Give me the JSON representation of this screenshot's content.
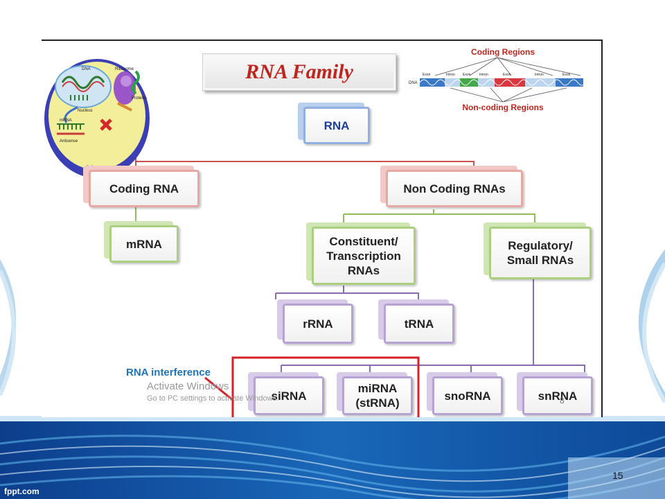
{
  "title": "RNA Family",
  "gene_diagram": {
    "top_label": "Coding Regions",
    "bottom_label": "Non-coding Regions",
    "strand_label": "DNA",
    "segment_labels": [
      "Exon",
      "Intron",
      "Exon",
      "Intron",
      "Exon",
      "Intron",
      "Exon"
    ]
  },
  "cell_image": {
    "labels": [
      "DNA",
      "Ribosome",
      "Proteins",
      "Nucleus",
      "mRNA",
      "Antisense",
      "Cell"
    ]
  },
  "nodes": {
    "rna": "RNA",
    "coding_rna": "Coding RNA",
    "non_coding_rnas": "Non Coding RNAs",
    "mrna": "mRNA",
    "constituent_line1": "Constituent/",
    "constituent_line2": "Transcription",
    "constituent_line3": "RNAs",
    "regulatory_line1": "Regulatory/",
    "regulatory_line2": "Small RNAs",
    "rrna": "rRNA",
    "trna": "tRNA",
    "sirna": "siRNA",
    "mirna_line1": "miRNA",
    "mirna_line2": "(stRNA)",
    "snorna": "snoRNA",
    "snrna": "snRNA"
  },
  "annotation": {
    "rna_interference": "RNA interference"
  },
  "watermark": {
    "title": "Activate Windows",
    "subtitle": "Go to PC settings to activate Windows."
  },
  "inner_page_number": "8",
  "slide_number": "15",
  "footer_brand": "fppt.com",
  "colors": {
    "blue_border": "#8fb0e0",
    "red_border": "#e7a8a4",
    "green_border": "#a9cf7f",
    "purple_border": "#b7a2d6",
    "title_red": "#c0251d",
    "interference_blue": "#1f73b7",
    "highlight_red": "#d61f26"
  }
}
